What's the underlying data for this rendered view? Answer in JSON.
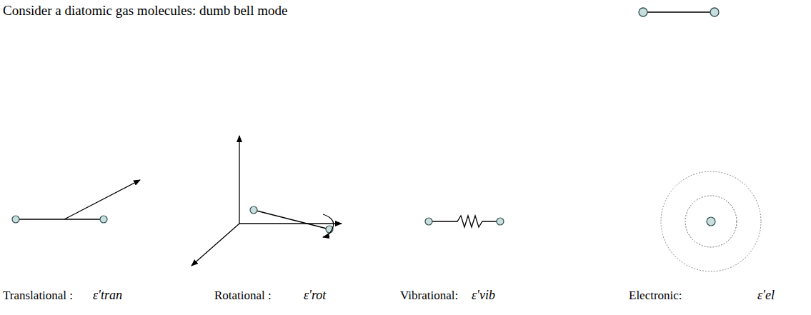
{
  "diagram": {
    "title": "Consider a diatomic gas molecules: dumb bell mode",
    "labels": [
      "Translational :",
      "ε'tran",
      "Rotational :",
      "ε'rot",
      "Vibrational:",
      "ε'vib",
      "Electronic:",
      "ε'el"
    ]
  }
}
